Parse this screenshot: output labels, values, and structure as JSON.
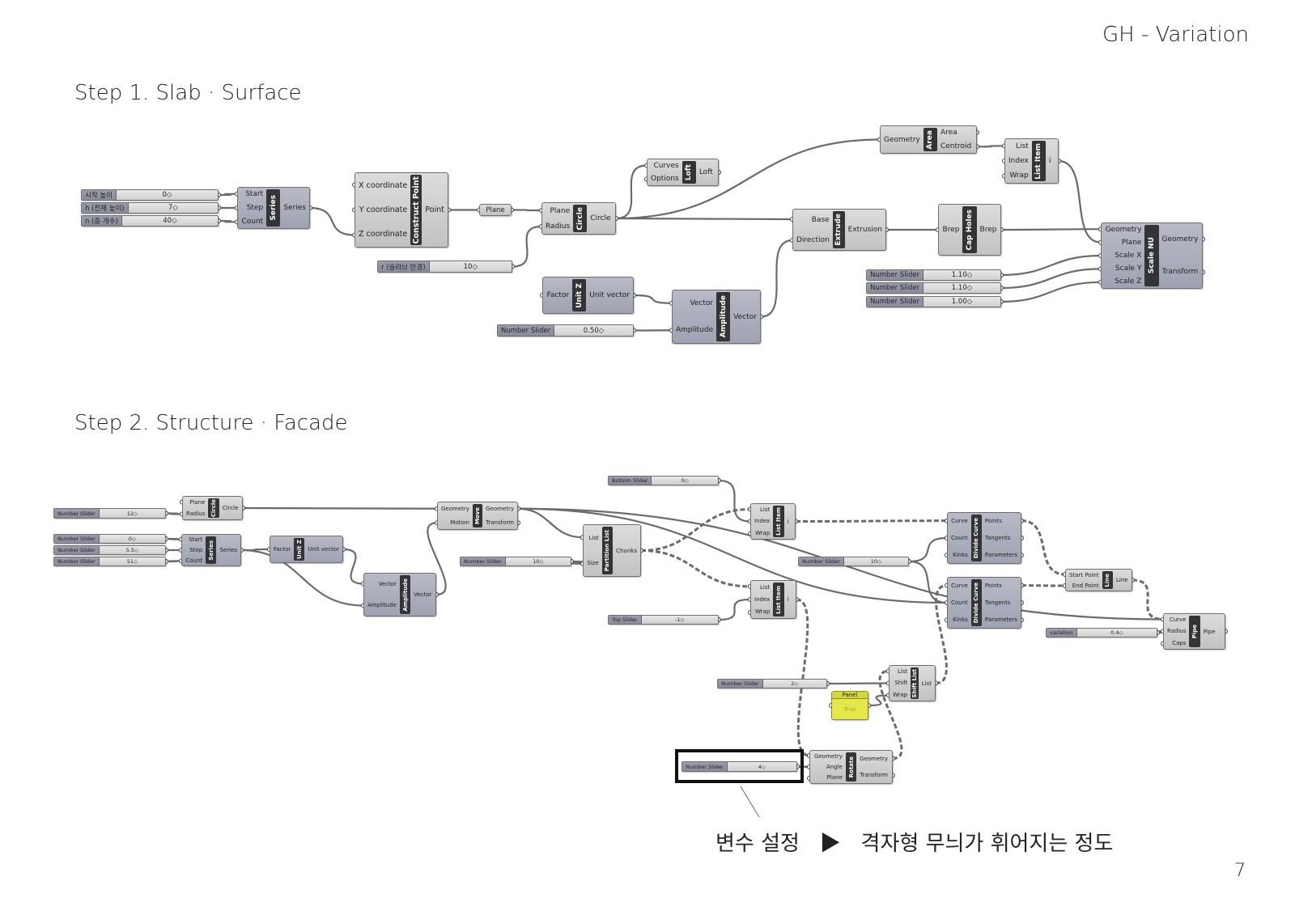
{
  "page": {
    "header": "GH - Variation",
    "step1_heading": "Step 1. Slab · Surface",
    "step2_heading": "Step 2. Structure · Facade",
    "annotation": "변수 설정   ▶   격자형 무늬가 휘어지는 정도",
    "page_number": "7"
  },
  "nodes": {
    "s1_start": {
      "type": "slider",
      "label": "시작 높이",
      "value": "0"
    },
    "s1_h": {
      "type": "slider",
      "label": "h (전체 높이)",
      "value": "7"
    },
    "s1_n": {
      "type": "slider",
      "label": "n (층 개수)",
      "value": "40"
    },
    "s1_series": {
      "type": "comp",
      "name": "Series",
      "inputs": [
        "Start",
        "Step",
        "Count"
      ],
      "outputs": [
        "Series"
      ]
    },
    "s1_cpoint": {
      "type": "comp",
      "name": "Construct Point",
      "inputs": [
        "X coordinate",
        "Y coordinate",
        "Z coordinate"
      ],
      "outputs": [
        "Point"
      ]
    },
    "s1_plane": {
      "type": "param",
      "name": "Plane"
    },
    "s1_circle": {
      "type": "comp",
      "name": "Circle",
      "inputs": [
        "Plane",
        "Radius"
      ],
      "outputs": [
        "Circle"
      ]
    },
    "s1_r": {
      "type": "slider",
      "label": "r (슬라브 반경)",
      "value": "10"
    },
    "s1_loft": {
      "type": "comp",
      "name": "Loft",
      "inputs": [
        "Curves",
        "Options"
      ],
      "outputs": [
        "Loft"
      ]
    },
    "s1_area": {
      "type": "comp",
      "name": "Area",
      "inputs": [
        "Geometry"
      ],
      "outputs": [
        "Area",
        "Centroid"
      ]
    },
    "s1_listitem": {
      "type": "comp",
      "name": "List Item",
      "inputs": [
        "List",
        "Index",
        "Wrap"
      ],
      "outputs": [
        "i"
      ]
    },
    "s1_extrude": {
      "type": "comp",
      "name": "Extrude",
      "inputs": [
        "Base",
        "Direction"
      ],
      "outputs": [
        "Extrusion"
      ]
    },
    "s1_cap": {
      "type": "comp",
      "name": "Cap Holes",
      "inputs": [
        "Brep"
      ],
      "outputs": [
        "Brep"
      ]
    },
    "s1_scale": {
      "type": "comp",
      "name": "Scale NU",
      "inputs": [
        "Geometry",
        "Plane",
        "Scale X",
        "Scale Y",
        "Scale Z"
      ],
      "outputs": [
        "Geometry",
        "Transform"
      ]
    },
    "s1_sx": {
      "type": "slider",
      "label": "Number Slider",
      "value": "1.10"
    },
    "s1_sy": {
      "type": "slider",
      "label": "Number Slider",
      "value": "1.10"
    },
    "s1_sz": {
      "type": "slider",
      "label": "Number Slider",
      "value": "1.00"
    },
    "s1_unitz": {
      "type": "comp",
      "name": "Unit Z",
      "inputs": [
        "Factor"
      ],
      "outputs": [
        "Unit vector"
      ]
    },
    "s1_amp": {
      "type": "comp",
      "name": "Amplitude",
      "inputs": [
        "Vector",
        "Amplitude"
      ],
      "outputs": [
        "Vector"
      ]
    },
    "s1_ampval": {
      "type": "slider",
      "label": "Number Slider",
      "value": "0.50"
    },
    "s2_rad": {
      "type": "slider",
      "label": "Number Slider",
      "value": "12"
    },
    "s2_circle": {
      "type": "comp",
      "name": "Circle",
      "inputs": [
        "Plane",
        "Radius"
      ],
      "outputs": [
        "Circle"
      ]
    },
    "s2_start": {
      "type": "slider",
      "label": "Number Slider",
      "value": "0"
    },
    "s2_step": {
      "type": "slider",
      "label": "Number Slider",
      "value": "5.5"
    },
    "s2_count": {
      "type": "slider",
      "label": "Number Slider",
      "value": "51"
    },
    "s2_series": {
      "type": "comp",
      "name": "Series",
      "inputs": [
        "Start",
        "Step",
        "Count"
      ],
      "outputs": [
        "Series"
      ]
    },
    "s2_unitz": {
      "type": "comp",
      "name": "Unit Z",
      "inputs": [
        "Factor"
      ],
      "outputs": [
        "Unit vector"
      ]
    },
    "s2_amp": {
      "type": "comp",
      "name": "Amplitude",
      "inputs": [
        "Vector",
        "Amplitude"
      ],
      "outputs": [
        "Vector"
      ]
    },
    "s2_move": {
      "type": "comp",
      "name": "Move",
      "inputs": [
        "Geometry",
        "Motion"
      ],
      "outputs": [
        "Geometry",
        "Transform"
      ]
    },
    "s2_partition": {
      "type": "comp",
      "name": "Partition List",
      "inputs": [
        "List",
        "Size"
      ],
      "outputs": [
        "Chunks"
      ]
    },
    "s2_size": {
      "type": "slider",
      "label": "Number Slider",
      "value": "10"
    },
    "s2_bottom": {
      "type": "slider",
      "label": "Bottom Slider",
      "value": "0"
    },
    "s2_li1": {
      "type": "comp",
      "name": "List Item",
      "inputs": [
        "List",
        "Index",
        "Wrap"
      ],
      "outputs": [
        "i"
      ]
    },
    "s2_li2": {
      "type": "comp",
      "name": "List Item",
      "inputs": [
        "List",
        "Index",
        "Wrap"
      ],
      "outputs": [
        "i"
      ]
    },
    "s2_top": {
      "type": "slider",
      "label": "Top Slider",
      "value": "-1"
    },
    "s2_div": {
      "type": "slider",
      "label": "Number Slider",
      "value": "10"
    },
    "s2_dc1": {
      "type": "comp",
      "name": "Divide Curve",
      "inputs": [
        "Curve",
        "Count",
        "Kinks"
      ],
      "outputs": [
        "Points",
        "Tangents",
        "Parameters"
      ]
    },
    "s2_dc2": {
      "type": "comp",
      "name": "Divide Curve",
      "inputs": [
        "Curve",
        "Count",
        "Kinks"
      ],
      "outputs": [
        "Points",
        "Tangents",
        "Parameters"
      ]
    },
    "s2_line": {
      "type": "comp",
      "name": "Line",
      "inputs": [
        "Start Point",
        "End Point"
      ],
      "outputs": [
        "Line"
      ]
    },
    "s2_pipe": {
      "type": "comp",
      "name": "Pipe",
      "inputs": [
        "Curve",
        "Radius",
        "Caps"
      ],
      "outputs": [
        "Pipe"
      ]
    },
    "s2_variation": {
      "type": "slider",
      "label": "variation",
      "value": "0.4"
    },
    "s2_shiftval": {
      "type": "slider",
      "label": "Number Slider",
      "value": "2"
    },
    "s2_shift": {
      "type": "comp",
      "name": "Shift List",
      "inputs": [
        "List",
        "Shift",
        "Wrap"
      ],
      "outputs": [
        "List"
      ]
    },
    "s2_panel": {
      "type": "panel",
      "name": "Panel",
      "text": "True"
    },
    "s2_rotate": {
      "type": "comp",
      "name": "Rotate",
      "inputs": [
        "Geometry",
        "Angle",
        "Plane"
      ],
      "outputs": [
        "Geometry",
        "Transform"
      ]
    },
    "s2_angle": {
      "type": "slider",
      "label": "Number Slider",
      "value": "4"
    }
  },
  "colors": {
    "wire": "#6b6b6b",
    "component": "#c8c8ca",
    "component_blue": "#a9acba",
    "strip": "#343436",
    "panel": "#e6e84a"
  }
}
